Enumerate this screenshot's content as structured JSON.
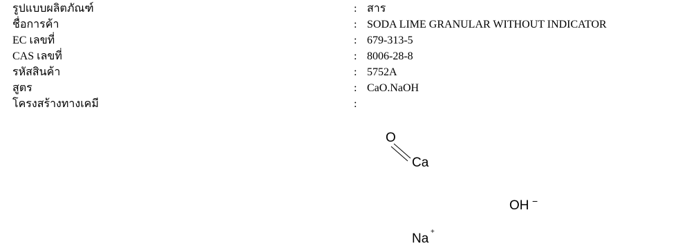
{
  "rows": [
    {
      "label": "รูปแบบผลิตภัณฑ์",
      "value": "สาร"
    },
    {
      "label": "ชื่อการค้า",
      "value": "SODA LIME GRANULAR WITHOUT INDICATOR"
    },
    {
      "label": "EC เลขที่",
      "value": "679-313-5"
    },
    {
      "label": "CAS เลขที่",
      "value": "8006-28-8"
    },
    {
      "label": "รหัสสินค้า",
      "value": "5752A"
    },
    {
      "label": "สูตร",
      "value": "CaO.NaOH"
    },
    {
      "label": "โครงสร้างทางเคมี",
      "value": ""
    }
  ],
  "separator": ":",
  "structure": {
    "oxygen": "O",
    "calcium": "Ca",
    "hydroxide": "OH",
    "hydroxide_charge": "−",
    "sodium": "Na",
    "sodium_charge": "+"
  }
}
